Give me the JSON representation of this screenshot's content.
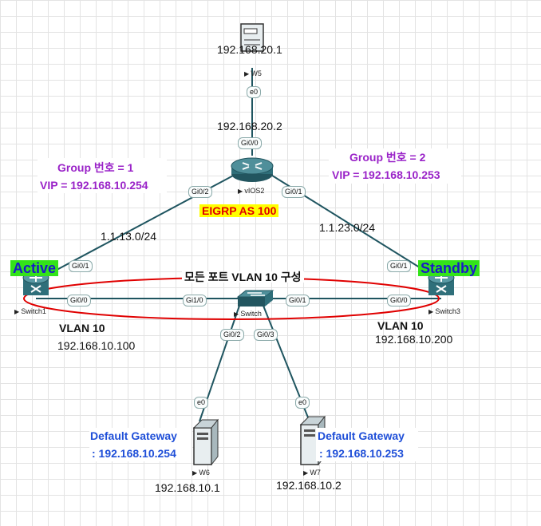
{
  "devices": {
    "w5": {
      "name": "W5",
      "ip": "192.168.20.1"
    },
    "router": {
      "name": "vIOS2",
      "ip": "192.168.20.2"
    },
    "switch1": {
      "name": "Switch1",
      "state": "Active",
      "vlan": "VLAN 10",
      "ip": "192.168.10.100"
    },
    "switch3": {
      "name": "Switch3",
      "state": "Standby",
      "vlan": "VLAN 10",
      "ip": "192.168.10.200"
    },
    "core": {
      "name": "Switch"
    },
    "w6": {
      "name": "W6",
      "ip": "192.168.10.1",
      "gw_title": "Default Gateway",
      "gw_ip": ": 192.168.10.254"
    },
    "w7": {
      "name": "W7",
      "ip": "192.168.10.2",
      "gw_title": "Default Gateway",
      "gw_ip": ": 192.168.10.253"
    }
  },
  "ports": {
    "w5_e0": "e0",
    "r_gi00": "Gi0/0",
    "r_gi02": "Gi0/2",
    "r_gi01": "Gi0/1",
    "s1_gi01": "Gi0/1",
    "s1_gi00": "Gi0/0",
    "sw_gi10": "Gi1/0",
    "sw_gi01": "Gi0/1",
    "s3_gi01": "Gi0/1",
    "s3_gi00": "Gi0/0",
    "sw_gi02": "Gi0/2",
    "sw_gi03": "Gi0/3",
    "w6_e0": "e0",
    "w7_e0": "e0"
  },
  "links": {
    "left_subnet": "1.1.13.0/24",
    "right_subnet": "1.1.23.0/24"
  },
  "annotations": {
    "group1": {
      "line1": "Group 번호 = 1",
      "line2": "VIP = 192.168.10.254"
    },
    "group2": {
      "line1": "Group 번호 = 2",
      "line2": "VIP = 192.168.10.253"
    },
    "eigrp": "EIGRP AS 100",
    "ring": "모든 포트 VLAN 10 구성"
  },
  "colors": {
    "group_text": "#9a23c8",
    "gateway_text": "#1f4fd8",
    "eigrp_text": "#e00000",
    "eigrp_bg": "#ffff00",
    "state_text": "#1a1ac8",
    "state_bg": "#33e31a",
    "ring": "#e00000",
    "link": "#1f5560",
    "device_icon": "#2f6f7a"
  },
  "icons": {
    "w5": "server-icon",
    "router": "router-icon",
    "switch1": "multilayer-switch-icon",
    "switch3": "multilayer-switch-icon",
    "core": "switch-icon",
    "w6": "pc-tower-icon",
    "w7": "pc-tower-icon"
  }
}
